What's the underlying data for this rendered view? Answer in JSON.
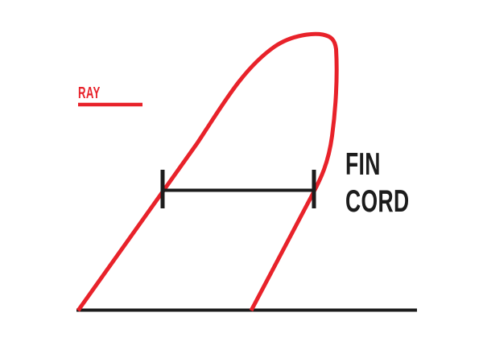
{
  "colors": {
    "red": "#e8222a",
    "black": "#1c1c1c",
    "background": "#ffffff"
  },
  "legend": {
    "ray_label": "RAY"
  },
  "annotations": {
    "fin_cord_line1": "FIN",
    "fin_cord_line2": "CORD"
  }
}
